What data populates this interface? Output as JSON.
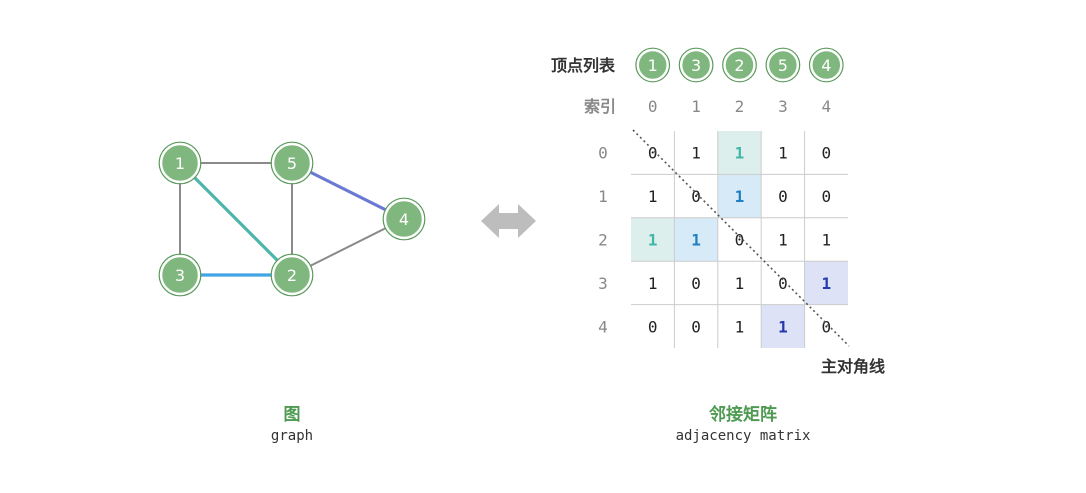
{
  "graph": {
    "vertices": [
      "1",
      "5",
      "4",
      "3",
      "2"
    ],
    "edges": [
      {
        "from": "1",
        "to": "5",
        "highlight": false
      },
      {
        "from": "1",
        "to": "3",
        "highlight": false
      },
      {
        "from": "1",
        "to": "2",
        "highlight": true,
        "color": "#4db6ac"
      },
      {
        "from": "5",
        "to": "2",
        "highlight": false
      },
      {
        "from": "5",
        "to": "4",
        "highlight": true,
        "color": "#6a79d4"
      },
      {
        "from": "3",
        "to": "2",
        "highlight": true,
        "color": "#42a5e5"
      },
      {
        "from": "2",
        "to": "4",
        "highlight": false
      }
    ],
    "caption_title": "图",
    "caption_sub": "graph"
  },
  "matrix": {
    "vertex_list_label": "顶点列表",
    "vertex_list": [
      "1",
      "3",
      "2",
      "5",
      "4"
    ],
    "index_label": "索引",
    "col_indices": [
      "0",
      "1",
      "2",
      "3",
      "4"
    ],
    "row_indices": [
      "0",
      "1",
      "2",
      "3",
      "4"
    ],
    "values": [
      [
        "0",
        "1",
        "1",
        "1",
        "0"
      ],
      [
        "1",
        "0",
        "1",
        "0",
        "0"
      ],
      [
        "1",
        "1",
        "0",
        "1",
        "1"
      ],
      [
        "1",
        "0",
        "1",
        "0",
        "1"
      ],
      [
        "0",
        "0",
        "1",
        "1",
        "0"
      ]
    ],
    "highlights": [
      {
        "row": 0,
        "col": 2,
        "kind": "teal"
      },
      {
        "row": 2,
        "col": 0,
        "kind": "teal"
      },
      {
        "row": 1,
        "col": 2,
        "kind": "sky"
      },
      {
        "row": 2,
        "col": 1,
        "kind": "sky"
      },
      {
        "row": 3,
        "col": 4,
        "kind": "indigo"
      },
      {
        "row": 4,
        "col": 3,
        "kind": "indigo"
      }
    ],
    "diagonal_label": "主对角线",
    "caption_title": "邻接矩阵",
    "caption_sub": "adjacency matrix"
  },
  "colors": {
    "node_fill": "#7fb77e",
    "node_ring": "#5a9b5c",
    "grey_edge": "#8a8a8a",
    "caption_green": "#4e9a52",
    "arrow": "#bdbdbd",
    "teal_bg": "#dcefec",
    "teal_fg": "#3fb6a6",
    "sky_bg": "#d6eaf7",
    "sky_fg": "#1f7fc1",
    "indigo_bg": "#dde2f6",
    "indigo_fg": "#2438b0"
  },
  "icons": {
    "double_arrow": "double-arrow-icon"
  }
}
